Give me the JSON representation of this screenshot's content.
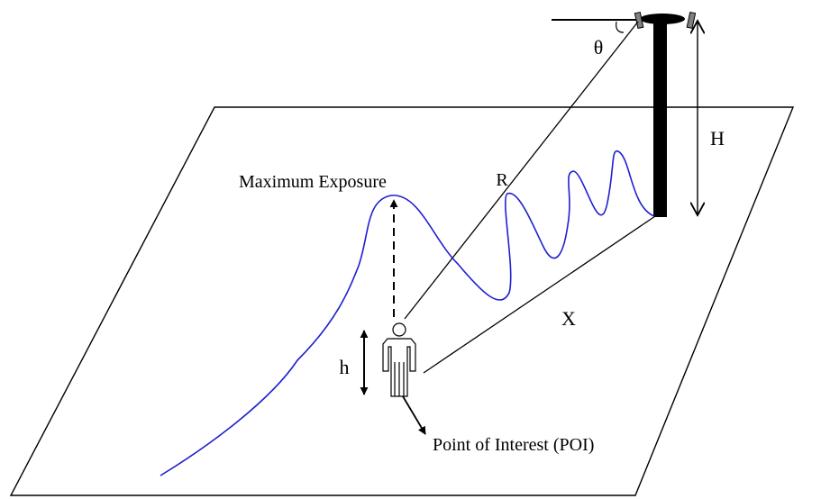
{
  "labels": {
    "theta": "θ",
    "tower_height": "H",
    "slant_distance": "R",
    "ground_distance": "X",
    "person_height": "h",
    "max_exposure": "Maximum Exposure",
    "poi": "Point of Interest (POI)"
  },
  "colors": {
    "lines": "#000000",
    "exposure_curve": "#1f1fd0",
    "antenna": "#808080"
  },
  "icons": {
    "person": "person-icon",
    "antenna": "antenna-icon"
  }
}
